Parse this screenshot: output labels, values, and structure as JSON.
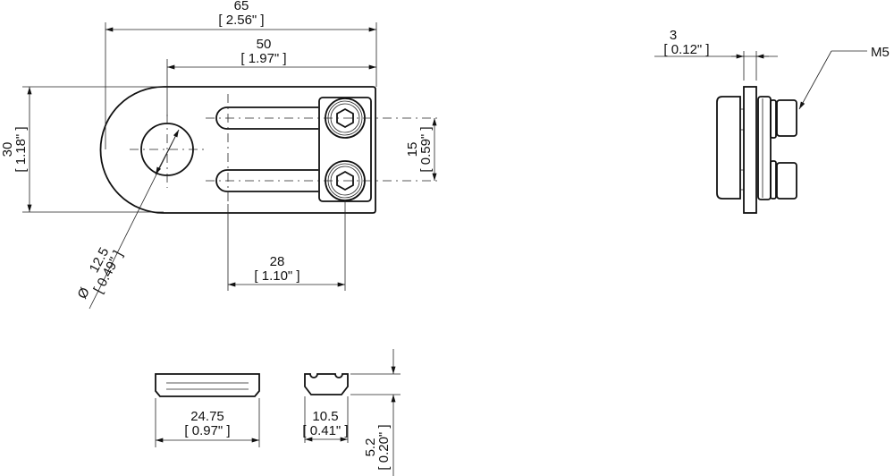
{
  "drawing": {
    "top_view": {
      "overall_length": {
        "mm": "65",
        "inch": "[ 2.56\" ]"
      },
      "slot_span": {
        "mm": "50",
        "inch": "[ 1.97\" ]"
      },
      "height": {
        "mm": "30",
        "inch": "[ 1.18\" ]"
      },
      "hole_spacing": {
        "mm": "15",
        "inch": "[ 0.59\" ]"
      },
      "hole_diameter": {
        "symbol": "Ø",
        "mm": "12.5",
        "inch": "[ 0.49\" ]"
      },
      "slot_length": {
        "mm": "28",
        "inch": "[ 1.10\" ]"
      }
    },
    "side_view": {
      "thickness": {
        "mm": "3",
        "inch": "[ 0.12\" ]"
      },
      "screw_callout": "M5"
    },
    "nut_front_view": {
      "width": {
        "mm": "24.75",
        "inch": "[ 0.97\" ]"
      }
    },
    "nut_end_view": {
      "width": {
        "mm": "10.5",
        "inch": "[ 0.41\" ]"
      },
      "height": {
        "mm": "5.2",
        "inch": "[ 0.20\" ]"
      }
    }
  }
}
